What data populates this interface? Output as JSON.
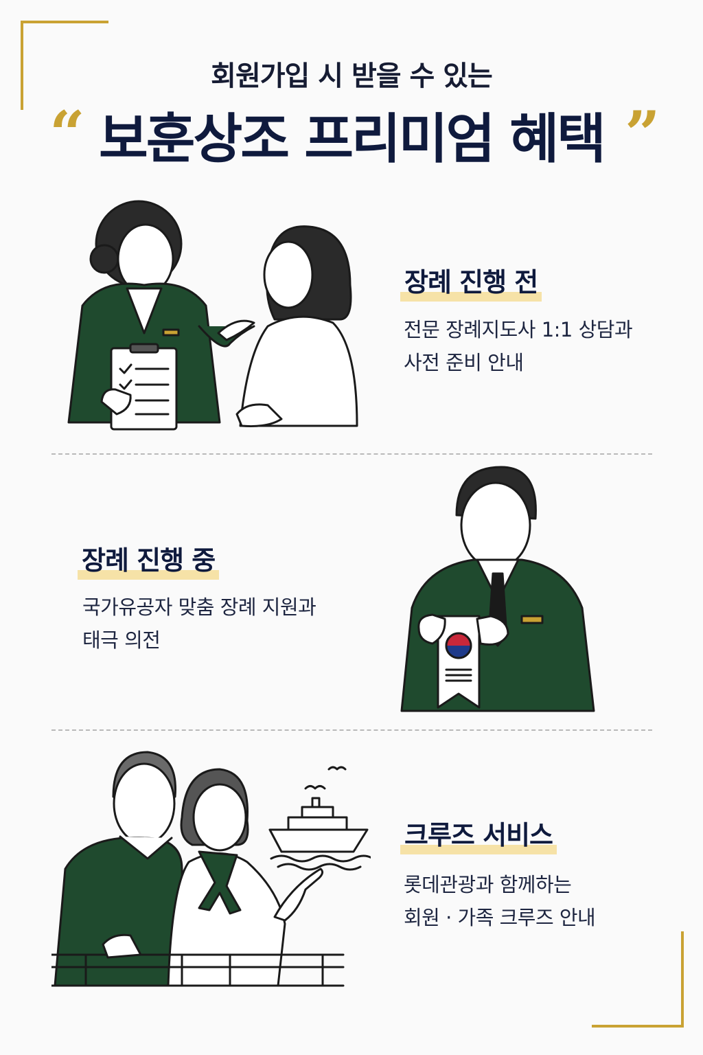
{
  "header": {
    "subtitle": "회원가입 시 받을 수 있는",
    "title": "보훈상조 프리미엄 혜택",
    "quote_open": "“",
    "quote_close": "”"
  },
  "sections": [
    {
      "title": "장례 진행 전",
      "desc": [
        "전문 장례지도사 1:1 상담과",
        "사전 준비 안내"
      ],
      "illustration_icon": "consultation-illustration"
    },
    {
      "title": "장례 진행 중",
      "desc": [
        "국가유공자 맞춤 장례 지원과",
        "태극 의전"
      ],
      "illustration_icon": "national-flag-ceremony-illustration"
    },
    {
      "title": "크루즈 서비스",
      "desc": [
        "롯데관광과 함께하는",
        "회원 · 가족 크루즈 안내"
      ],
      "illustration_icon": "cruise-couple-illustration"
    }
  ],
  "colors": {
    "gold": "#c9a233",
    "navy": "#0f1a3d",
    "highlight": "#f6e2a7",
    "suit_green": "#1f4a2e"
  }
}
